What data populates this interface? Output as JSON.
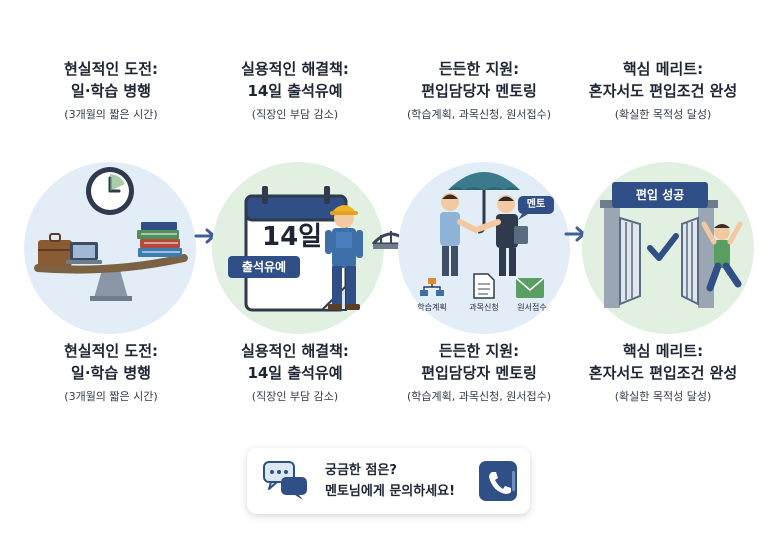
{
  "steps": [
    {
      "title1": "현실적인 도전:",
      "title2": "일·학습 병행",
      "sub": "(3개월의 짧은 시간)"
    },
    {
      "title1": "실용적인 해결책:",
      "title2": "14일 출석유예",
      "sub": "(직장인 부담 감소)",
      "calendar_day": "14일",
      "calendar_tag": "출석유예"
    },
    {
      "title1": "든든한 지원:",
      "title2": "편입담당자 멘토링",
      "sub": "(학습계획, 과목신청, 원서접수)",
      "bubble": "멘토",
      "icons": [
        "학습계획",
        "과목신청",
        "원서접수"
      ]
    },
    {
      "title1": "핵심 메리트:",
      "title2": "혼자서도 편입조건 완성",
      "sub": "(확실한 목적성 달성)",
      "banner": "편입 성공"
    }
  ],
  "cta": {
    "line1": "궁금한 점은?",
    "line2": "멘토님에게 문의하세요!"
  },
  "colors": {
    "blue_circle": "#e3edf8",
    "green_circle": "#e2f0e2",
    "navy": "#2f4f86",
    "arrow": "#3f5f95"
  }
}
